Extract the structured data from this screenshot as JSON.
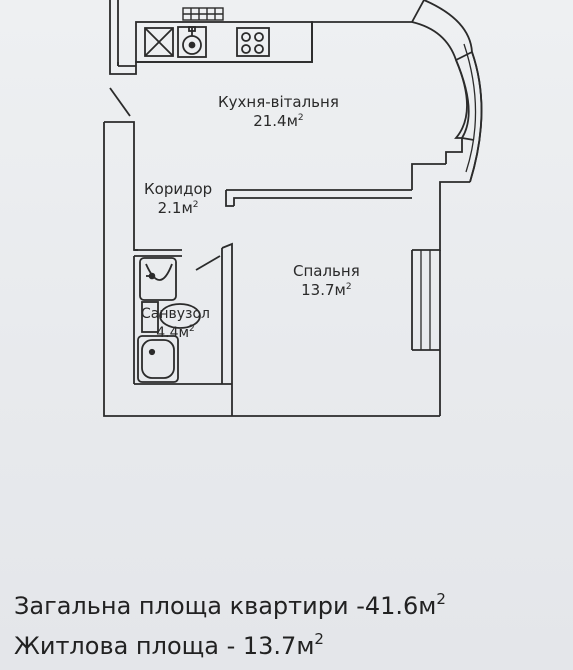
{
  "rooms": {
    "kitchen": {
      "name": "Кухня-вітальня",
      "area": "21.4м",
      "unit_sup": "2"
    },
    "corridor": {
      "name": "Коридор",
      "area": "2.1м",
      "unit_sup": "2"
    },
    "bedroom": {
      "name": "Спальня",
      "area": "13.7м",
      "unit_sup": "2"
    },
    "bathroom": {
      "name": "Санвузол",
      "area": "4.4м",
      "unit_sup": "2"
    }
  },
  "summary": {
    "total_area": "Загальна площа квартири -41.6м",
    "total_sup": "2",
    "living_area": "Житлова площа - 13.7м",
    "living_sup": "2"
  },
  "colors": {
    "wall": "#2b2b2b",
    "paper": "#eceef1"
  }
}
